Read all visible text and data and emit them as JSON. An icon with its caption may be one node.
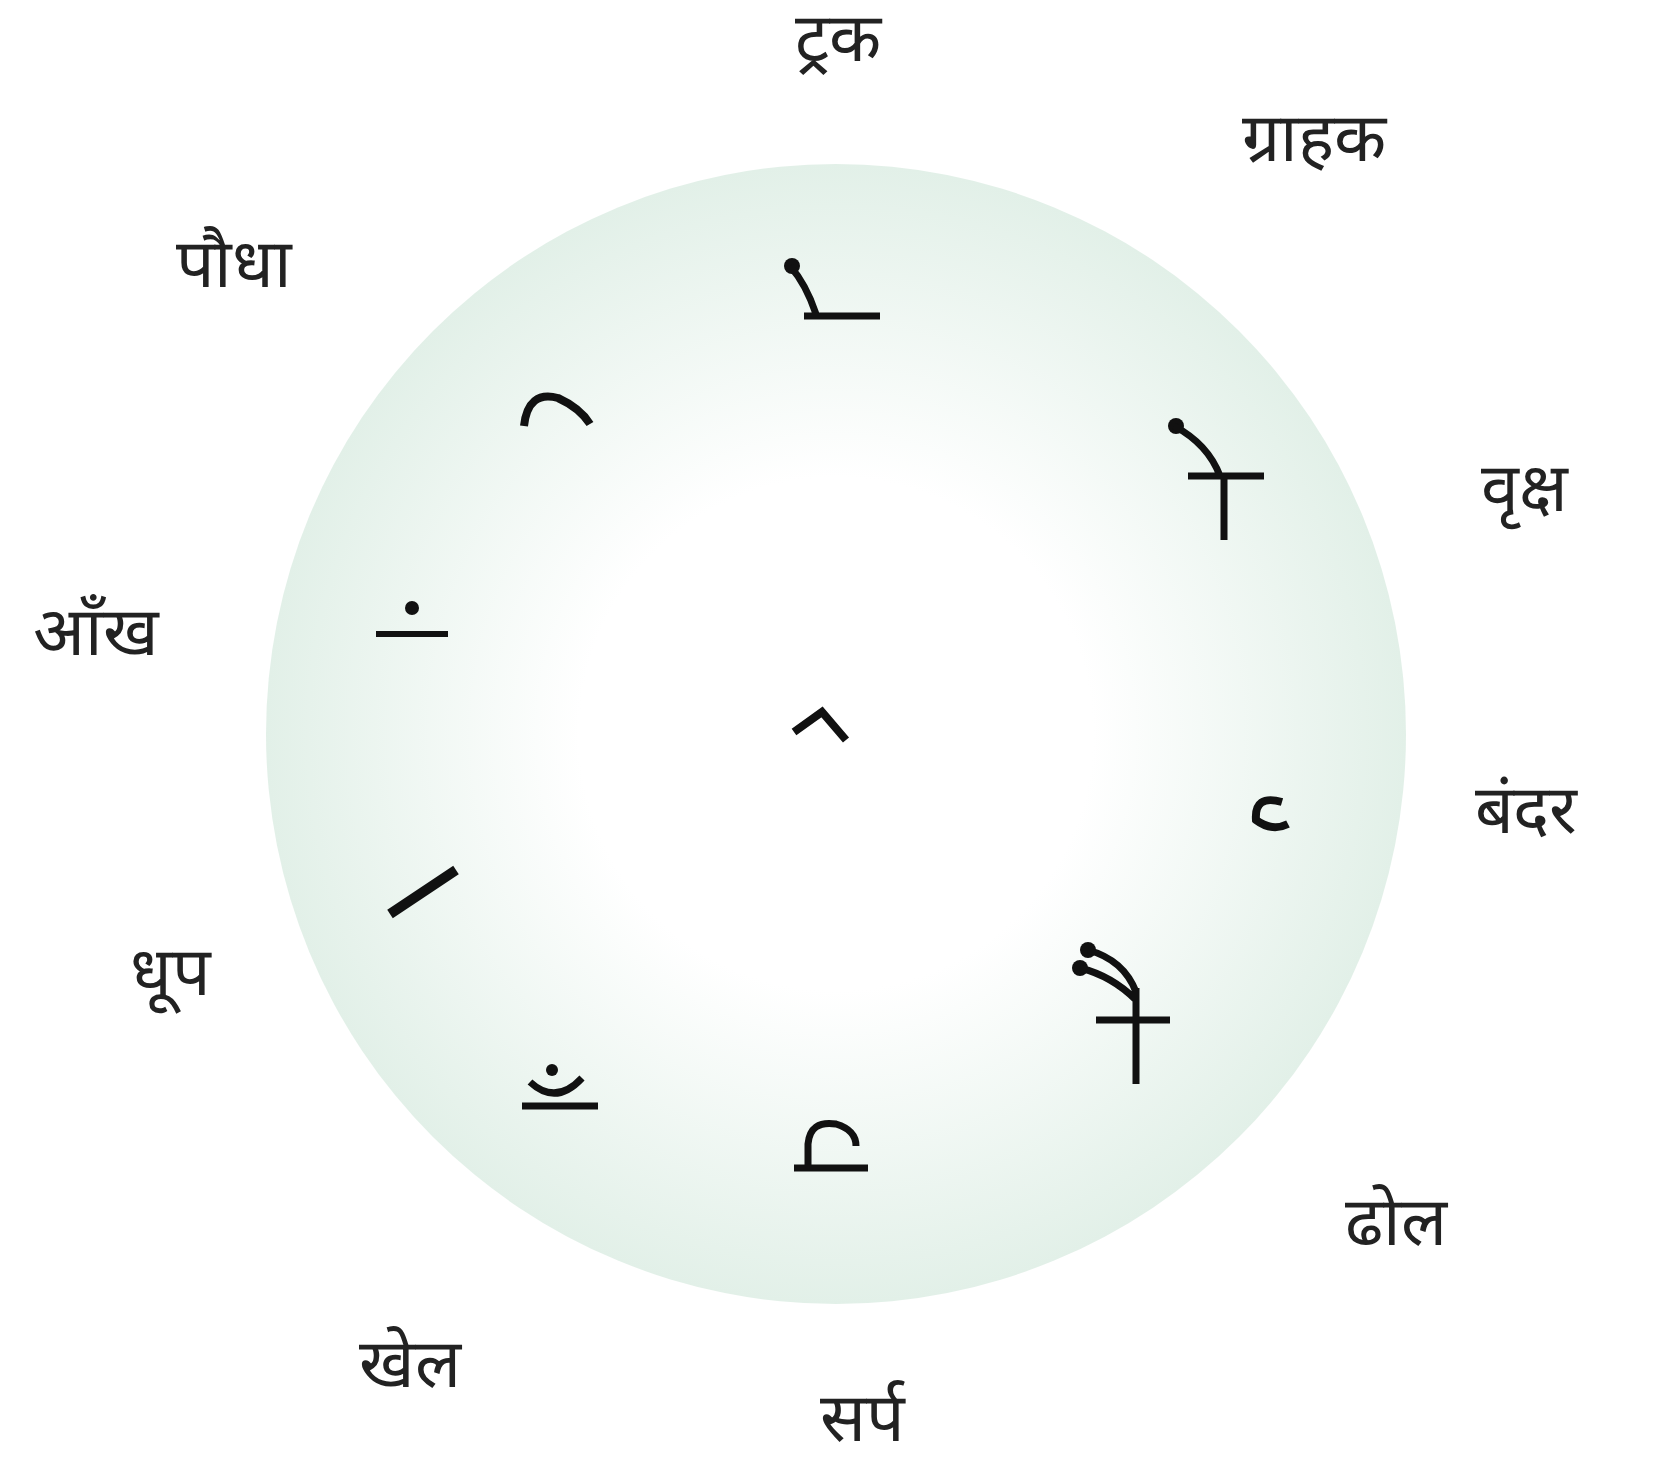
{
  "diagram": {
    "labels": [
      "ट्रक",
      "ग्राहक",
      "पौधा",
      "वृक्ष",
      "आँख",
      "बंदर",
      "धूप",
      "ढोल",
      "खेल",
      "सर्प"
    ]
  }
}
